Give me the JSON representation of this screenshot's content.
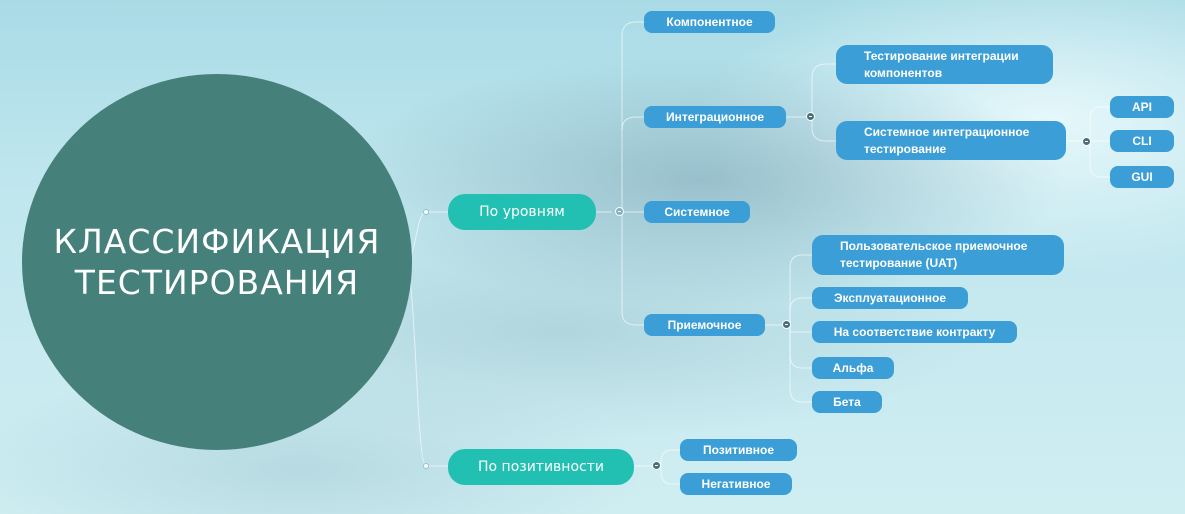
{
  "title": {
    "line1": "КЛАССИФИКАЦИЯ",
    "line2": "ТЕСТИРОВАНИЯ"
  },
  "branches": {
    "by_levels": {
      "label": "По уровням",
      "component": "Компонентное",
      "integration": {
        "label": "Интеграционное",
        "component_integration": "Тестирование интеграции компонентов",
        "system_integration": {
          "label": "Системное интеграционное тестирование",
          "api": "API",
          "cli": "CLI",
          "gui": "GUI"
        }
      },
      "system": "Системное",
      "acceptance": {
        "label": "Приемочное",
        "uat": "Пользовательское приемочное тестирование (UAT)",
        "operational": "Эксплуатационное",
        "contract": "На соответствие контракту",
        "alpha": "Альфа",
        "beta": "Бета"
      }
    },
    "by_positivity": {
      "label": "По позитивности",
      "positive": "Позитивное",
      "negative": "Негативное"
    }
  }
}
